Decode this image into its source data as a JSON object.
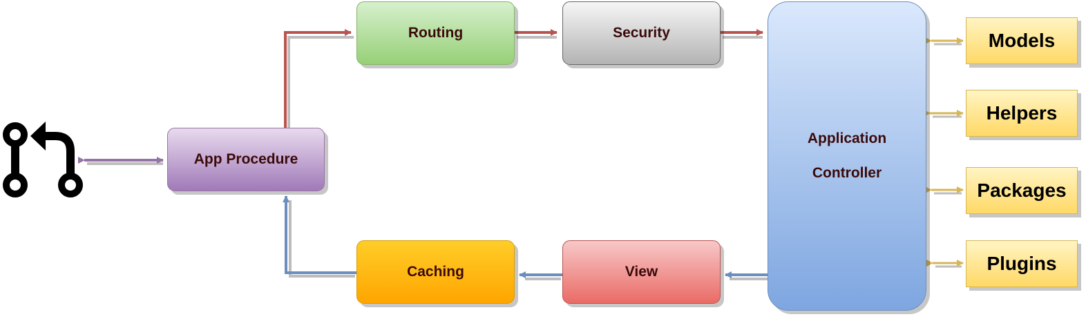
{
  "nodes": {
    "routing": "Routing",
    "security": "Security",
    "app_procedure": "App Procedure",
    "caching": "Caching",
    "view": "View",
    "controller_line1": "Application",
    "controller_line2": "Controller"
  },
  "components": {
    "models": "Models",
    "helpers": "Helpers",
    "packages": "Packages",
    "plugins": "Plugins"
  },
  "icons": {
    "source": "git-pull-request-icon"
  },
  "colors": {
    "request_flow": "#b85450",
    "response_flow": "#6c8ebf",
    "client_link": "#9673a6",
    "component_link": "#d6b656"
  }
}
